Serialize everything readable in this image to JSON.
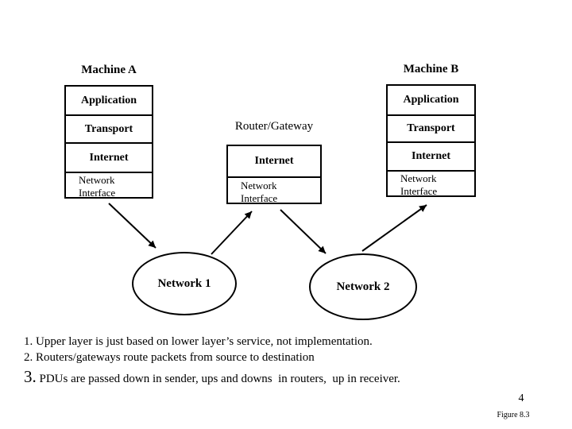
{
  "machine_a": {
    "title": "Machine A",
    "layers": [
      "Application",
      "Transport",
      "Internet"
    ],
    "network_interface": [
      "Network",
      "Interface"
    ]
  },
  "router": {
    "title": "Router/Gateway",
    "layers": [
      "Internet"
    ],
    "network_interface": [
      "Network",
      "Interface"
    ]
  },
  "machine_b": {
    "title": "Machine B",
    "layers": [
      "Application",
      "Transport",
      "Internet"
    ],
    "network_interface": [
      "Network",
      "Interface"
    ]
  },
  "network_1": {
    "label": "Network 1"
  },
  "network_2": {
    "label": "Network 2"
  },
  "notes": [
    {
      "prefix": "1.",
      "body": " Upper layer is just based on lower layer’s service, not implementation."
    },
    {
      "prefix": "2.",
      "body": " Routers/gateways route packets from source to destination"
    },
    {
      "prefix": "3.",
      "body": " PDUs are passed down in sender, ups and downs  in routers,  up in receiver."
    }
  ],
  "page_number": "4",
  "figure_caption": "Figure 8.3",
  "colors": {
    "ink": "#000000",
    "background": "#ffffff"
  }
}
